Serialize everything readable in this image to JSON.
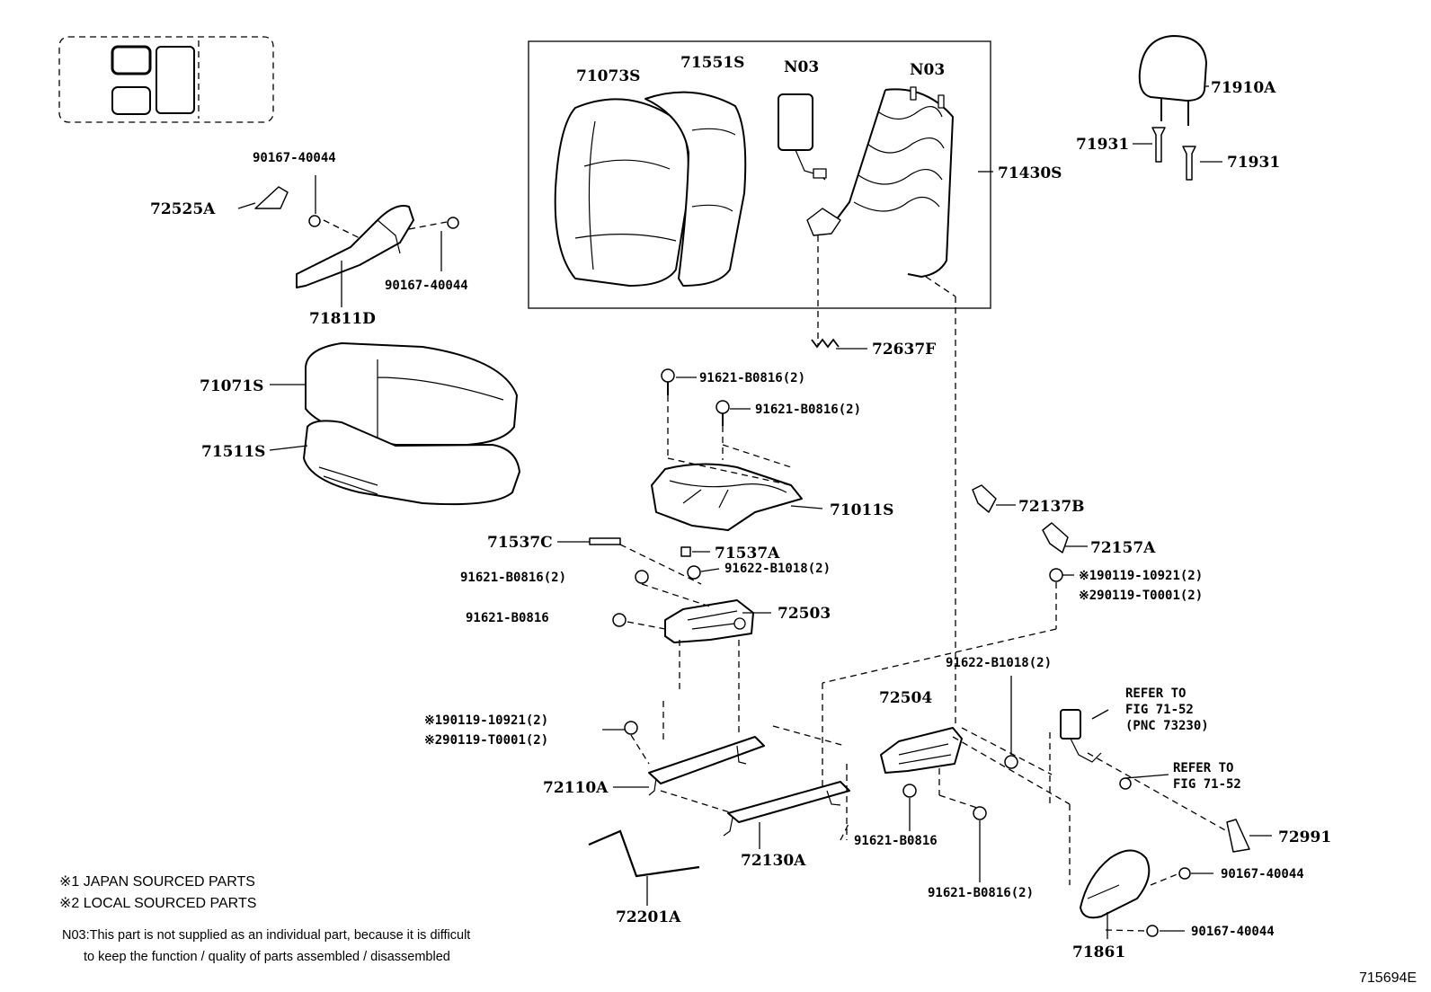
{
  "diagram_id": "715694E",
  "notes": {
    "japan": "※1 JAPAN SOURCED PARTS",
    "local": "※2 LOCAL SOURCED PARTS",
    "n03_line1": "N03:This part is not supplied as an individual part, because it is difficult",
    "n03_line2": "to keep the function / quality of parts assembled / disassembled"
  },
  "labels": {
    "p71073S": "71073S",
    "p71551S": "71551S",
    "pN03a": "N03",
    "pN03b": "N03",
    "p71430S": "71430S",
    "p71910A": "71910A",
    "p71931a": "71931",
    "p71931b": "71931",
    "p90167_a": "90167-40044",
    "p72525A": "72525A",
    "p90167_b": "90167-40044",
    "p71811D": "71811D",
    "p72637F": "72637F",
    "p71071S": "71071S",
    "p71511S": "71511S",
    "p91621_a": "91621-B0816(2)",
    "p91621_b": "91621-B0816(2)",
    "p71011S": "71011S",
    "p72137B": "72137B",
    "p72157A": "72157A",
    "p71537C": "71537C",
    "p71537A": "71537A",
    "p91621_c": "91621-B0816(2)",
    "p91622_a": "91622-B1018(2)",
    "p90119_a1": "※190119-10921(2)",
    "p90119_a2": "※290119-T0001(2)",
    "p91621_d": "91621-B0816",
    "p72503": "72503",
    "p91622_b": "91622-B1018(2)",
    "p72504": "72504",
    "refer1_l1": "REFER TO",
    "refer1_l2": "FIG 71-52",
    "refer1_l3": "(PNC 73230)",
    "p90119_b1": "※190119-10921(2)",
    "p90119_b2": "※290119-T0001(2)",
    "refer2_l1": "REFER TO",
    "refer2_l2": "FIG 71-52",
    "p72110A": "72110A",
    "p72991": "72991",
    "p91621_e": "91621-B0816",
    "p72130A": "72130A",
    "p90167_c": "90167-40044",
    "p91621_f": "91621-B0816(2)",
    "p72201A": "72201A",
    "p90167_d": "90167-40044",
    "p71861": "71861"
  }
}
